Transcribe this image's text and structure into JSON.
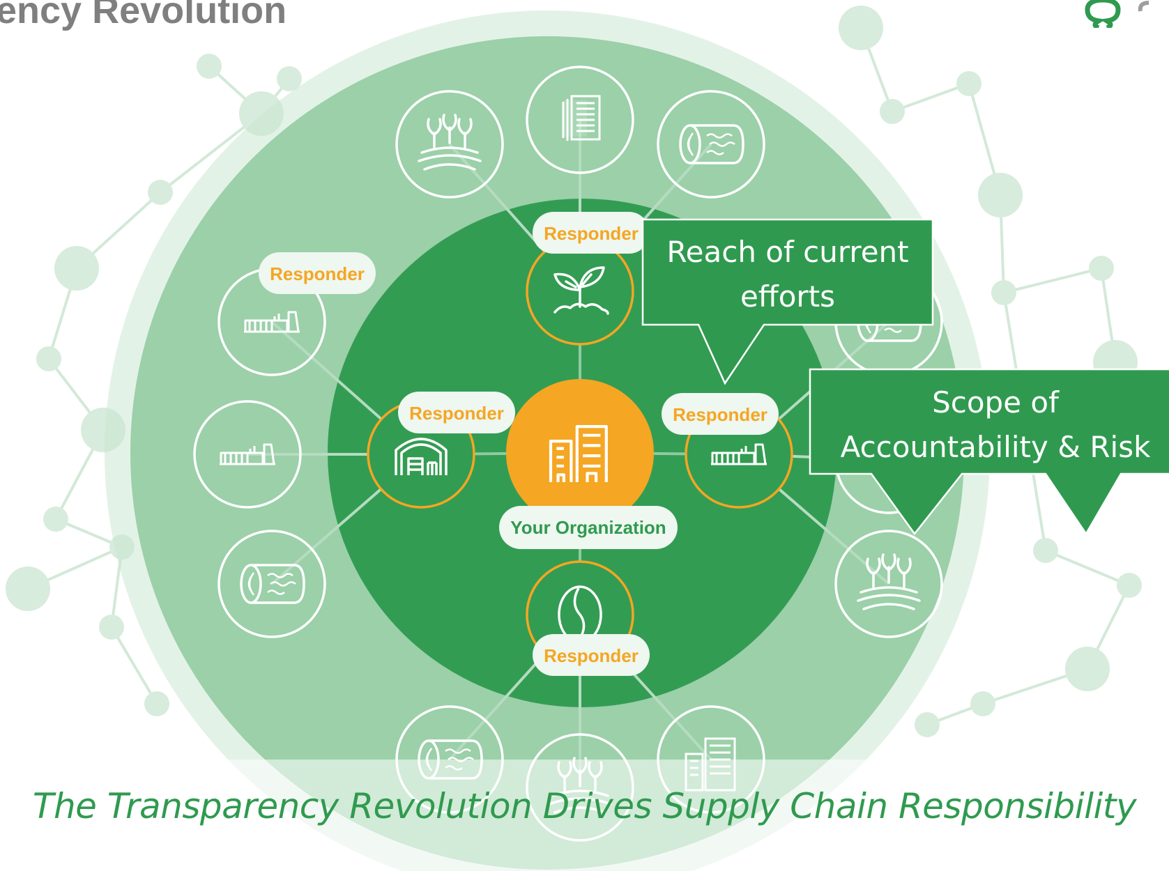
{
  "title": "ency Revolution",
  "caption": "The Transparency Revolution Drives Supply Chain Responsibility",
  "center_label": "Your Organization",
  "responder_label": "Responder",
  "callouts": {
    "reach": [
      "Reach of current",
      "efforts"
    ],
    "scope": [
      "Scope of",
      "Accountability & Risk"
    ]
  },
  "colors": {
    "outer_ring": "#9bd0a9",
    "mid_ring": "#6cbc83",
    "inner_disc": "#339c53",
    "orange": "#f5a623",
    "callout": "#2f9a4f",
    "title_gray": "#7f7f7f"
  },
  "inner_nodes": [
    {
      "icon": "plant-icon",
      "responder": true
    },
    {
      "icon": "warehouse-icon",
      "responder": true
    },
    {
      "icon": "factory-icon",
      "responder": true
    },
    {
      "icon": "coffee-bean-icon",
      "responder": true
    }
  ],
  "outer_nodes": [
    {
      "icon": "document-icon"
    },
    {
      "icon": "crops-icon"
    },
    {
      "icon": "timber-log-icon"
    },
    {
      "icon": "factory-icon",
      "responder": true
    },
    {
      "icon": "timber-log-icon"
    },
    {
      "icon": "factory-icon"
    },
    {
      "icon": "factory-icon"
    },
    {
      "icon": "timber-log-icon"
    },
    {
      "icon": "crops-icon"
    },
    {
      "icon": "office-buildings-icon"
    }
  ]
}
